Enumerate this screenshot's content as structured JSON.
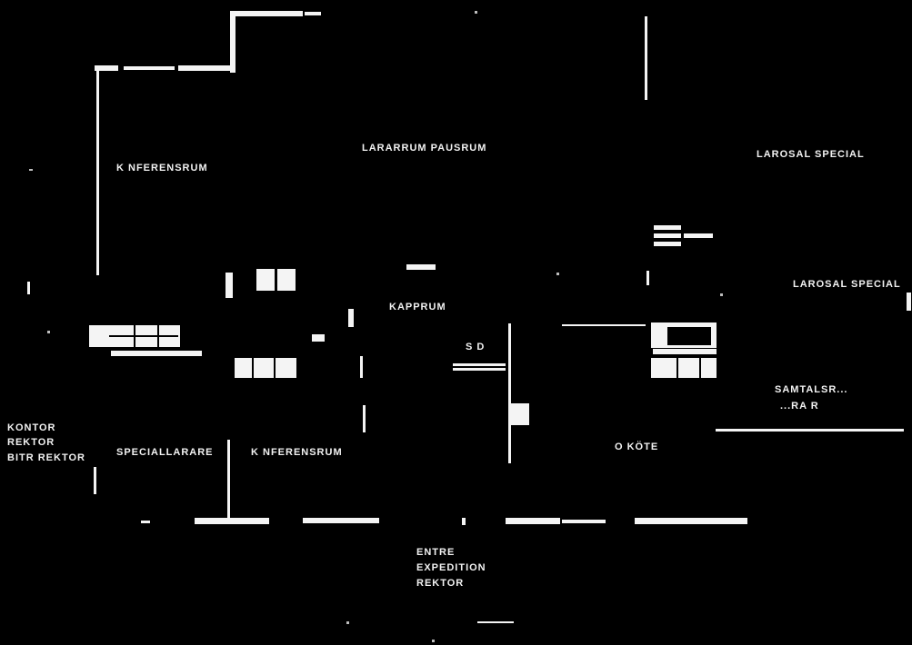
{
  "plan": {
    "colors": {
      "background": "#000000",
      "lines": "#f4f4f4"
    },
    "rooms": {
      "konferensrum_top": "K NFERENSRUM",
      "lararrum": "LARARRUM PAUSRUM",
      "larosal_1": "LAROSAL SPECIAL",
      "larosal_2": "LAROSAL SPECIAL",
      "kapprum": "KAPPRUM",
      "sd": "S D",
      "samtal": "SAMTALSR...",
      "samtal_2": "...RA  R",
      "kontor_1": "KONTOR",
      "kontor_2": "REKTOR",
      "kontor_3": "BITR REKTOR",
      "speciallarare": "SPECIALLARARE",
      "konferensrum_bottom": "K NFERENSRUM",
      "kok": "O  KÖTE",
      "entre_1": "ENTRE",
      "entre_2": "EXPEDITION",
      "entre_3": "REKTOR"
    }
  }
}
